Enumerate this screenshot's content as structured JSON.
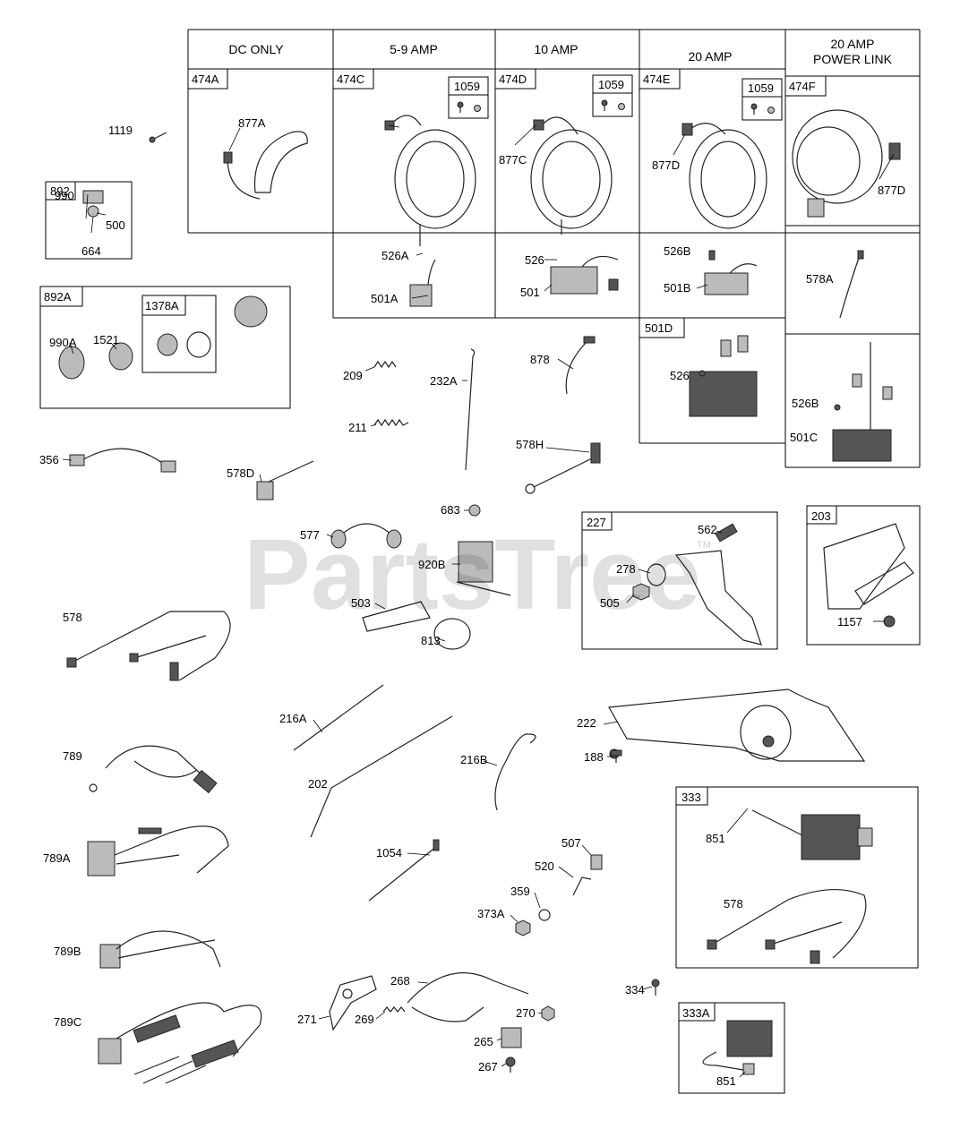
{
  "watermark": {
    "text": "PartsTree",
    "trademark": "TM"
  },
  "columns": [
    {
      "id": "dc",
      "header": "DC ONLY"
    },
    {
      "id": "a59",
      "header": "5-9 AMP"
    },
    {
      "id": "a10",
      "header": "10 AMP"
    },
    {
      "id": "a20",
      "header": "20 AMP"
    },
    {
      "id": "pl",
      "header_lines": [
        "20 AMP",
        "POWER LINK"
      ]
    }
  ],
  "kit_labels": {
    "474A": "474A",
    "474C": "474C",
    "474D": "474D",
    "474E": "474E",
    "474F": "474F",
    "1059a": "1059",
    "1059b": "1059",
    "1059c": "1059",
    "501D": "501D",
    "892": "892",
    "892A": "892A",
    "1378A": "1378A",
    "227": "227",
    "203": "203",
    "333": "333",
    "333A": "333A"
  },
  "labels": {
    "877A": "877A",
    "877C": "877C",
    "877D_e": "877D",
    "877D_f": "877D",
    "526A": "526A",
    "501A": "501A",
    "526": "526",
    "501": "501",
    "526B_e": "526B",
    "501B": "501B",
    "578A": "578A",
    "526_d": "526",
    "526B_f": "526B",
    "501C": "501C",
    "1119": "1119",
    "990": "990",
    "500": "500",
    "664": "664",
    "990A": "990A",
    "1521": "1521",
    "209": "209",
    "211": "211",
    "232A": "232A",
    "878": "878",
    "578H": "578H",
    "356": "356",
    "578D": "578D",
    "683": "683",
    "577": "577",
    "920B": "920B",
    "503": "503",
    "813": "813",
    "562": "562",
    "278": "278",
    "505": "505",
    "1157": "1157",
    "578": "578",
    "216A": "216A",
    "202": "202",
    "216B": "216B",
    "222": "222",
    "188": "188",
    "789": "789",
    "789A": "789A",
    "1054": "1054",
    "507": "507",
    "520": "520",
    "359": "359",
    "373A": "373A",
    "851_a": "851",
    "578_b": "578",
    "789B": "789B",
    "334": "334",
    "789C": "789C",
    "268": "268",
    "271": "271",
    "269": "269",
    "270": "270",
    "265": "265",
    "267": "267",
    "851_b": "851"
  }
}
